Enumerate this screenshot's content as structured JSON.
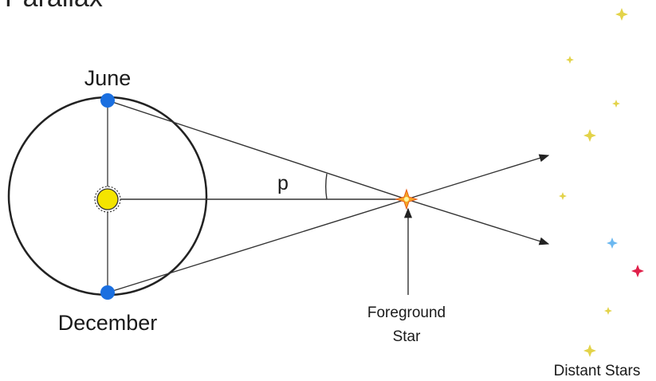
{
  "title": "Parallax",
  "labels": {
    "june": "June",
    "december": "December",
    "angle": "p",
    "foreground_line1": "Foreground",
    "foreground_line2": "Star",
    "distant": "Distant Stars"
  },
  "colors": {
    "earth_dot": "#1a6fe0",
    "sun": "#f4e400",
    "foreground_star": "#f5a623",
    "distant_star_yellow": "#e3d34a",
    "distant_star_blue": "#6bb8f0",
    "distant_star_red": "#e0204a",
    "line": "#222222"
  },
  "icons": {
    "sun": "sun-icon",
    "foreground_star": "star-icon",
    "distant_star": "star-icon"
  }
}
